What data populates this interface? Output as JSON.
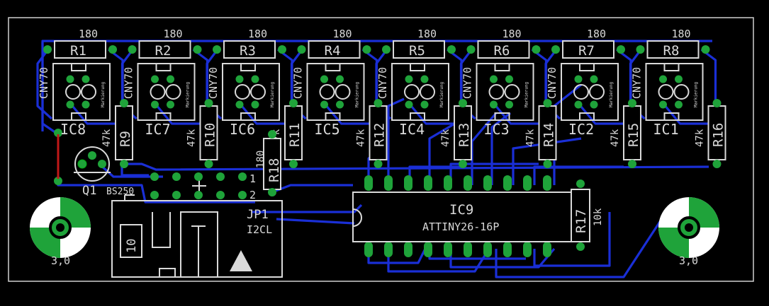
{
  "colors": {
    "background": "#000000",
    "trace": "#1a2fd6",
    "pad": "#1fa33a",
    "silkscreen": "#d9d9d9",
    "board_outline": "#cfcfcf",
    "wire": "#c01818"
  },
  "resistor_top_values": [
    "180",
    "180",
    "180",
    "180",
    "180",
    "180",
    "180",
    "180"
  ],
  "top_resistors": [
    "R1",
    "R2",
    "R3",
    "R4",
    "R5",
    "R6",
    "R7",
    "R8"
  ],
  "sensors": [
    {
      "ic": "IC8",
      "type": "CNY70",
      "note": "Markierung"
    },
    {
      "ic": "IC7",
      "type": "CNY70",
      "note": "Markierung"
    },
    {
      "ic": "IC6",
      "type": "CNY70",
      "note": "Markierung"
    },
    {
      "ic": "IC5",
      "type": "CNY70",
      "note": "Markierung"
    },
    {
      "ic": "IC4",
      "type": "CNY70",
      "note": "Markierung"
    },
    {
      "ic": "IC3",
      "type": "CNY70",
      "note": "Markierung"
    },
    {
      "ic": "IC2",
      "type": "CNY70",
      "note": "Markierung"
    },
    {
      "ic": "IC1",
      "type": "CNY70",
      "note": "Markierung"
    }
  ],
  "pullups": [
    {
      "name": "R9",
      "value": "47k"
    },
    {
      "name": "R10",
      "value": "47k"
    },
    {
      "name": "R11",
      "value": "47k"
    },
    {
      "name": "R12",
      "value": "47k"
    },
    {
      "name": "R13",
      "value": "47k"
    },
    {
      "name": "R14",
      "value": "47k"
    },
    {
      "name": "R15",
      "value": "47k"
    },
    {
      "name": "R16",
      "value": "47k"
    }
  ],
  "r18": {
    "name": "R18",
    "value": "180"
  },
  "r17": {
    "name": "R17",
    "value": "10k"
  },
  "q1": {
    "name": "Q1",
    "part": "BS250"
  },
  "jp1": {
    "name": "JP1",
    "desc": "I2CL",
    "pin1": "1",
    "pin2": "2",
    "box_label": "10"
  },
  "ic9": {
    "name": "IC9",
    "part": "ATTINY26-16P"
  },
  "mount_holes": {
    "left_label": "3,0",
    "right_label": "3,0"
  }
}
